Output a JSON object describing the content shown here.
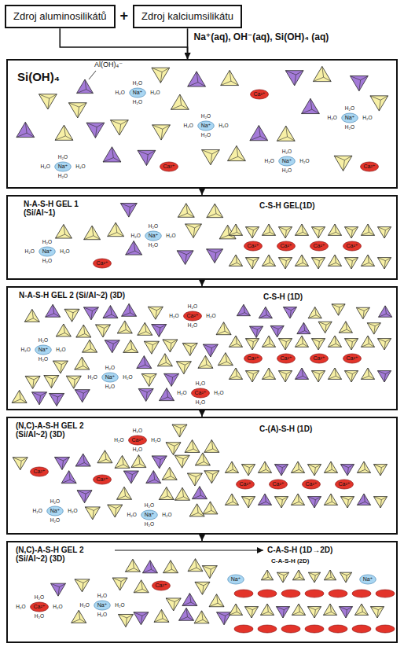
{
  "diagram": {
    "nodes": [
      {
        "text": [
          "Zdroj aluminosilikátů"
        ]
      },
      {
        "text": [
          "Zdroj kalciumsilikátu"
        ]
      },
      {
        "text": [
          "Si(OH)₄"
        ]
      },
      {
        "text": [
          "N-A-S-H GEL 1 (Si/Al~1)",
          "C-S-H GEL(1D)"
        ]
      },
      {
        "text": [
          "N-A-S-H GEL 2 (Si/Al~2) (3D)",
          "C-S-H (1D)"
        ]
      },
      {
        "text": [
          "(N,C)-A-S-H GEL 2 (Si/Al~2) (3D)",
          "C-(A)-S-H (1D)"
        ]
      },
      {
        "text": [
          "(N,C)-A-S-H GEL 2 (Si/Al~2) (3D)",
          "C-A-S-H (1D→2D)",
          "C-A-S-H (2D)"
        ]
      }
    ],
    "edges": [
      {
        "from": 0,
        "to": 2,
        "arrow": "to"
      },
      {
        "from": 1,
        "to": 2,
        "arrow": "to",
        "label": "Na⁺(aq), OH⁻(aq), Si(OH)₄ (aq)"
      },
      {
        "from": 2,
        "to": 3,
        "arrow": "to"
      },
      {
        "from": 3,
        "to": 4,
        "arrow": "to"
      },
      {
        "from": 4,
        "to": 5,
        "arrow": "to"
      },
      {
        "from": 5,
        "to": 6,
        "arrow": "to"
      }
    ],
    "labels": [
      "+",
      "Al(OH)₄⁻",
      "Na⁺",
      "H₂O",
      "H₂O",
      "H₂O",
      "H₂O",
      "Na⁺",
      "H₂O",
      "H₂O",
      "H₂O",
      "H₂O",
      "Na⁺",
      "H₂O",
      "H₂O",
      "H₂O",
      "H₂O",
      "Na⁺",
      "H₂O",
      "H₂O",
      "H₂O",
      "H₂O",
      "Na⁺",
      "H₂O",
      "H₂O",
      "H₂O",
      "H₂O",
      "Ca²⁺",
      "Ca²⁺",
      "Ca²⁺",
      "Na⁺",
      "H₂O",
      "H₂O",
      "H₂O",
      "H₂O",
      "Na⁺",
      "H₂O",
      "H₂O",
      "H₂O",
      "H₂O",
      "Ca²⁺",
      "Ca²⁺",
      "Ca²⁺",
      "Ca²⁺",
      "Ca²⁺",
      "Na⁺",
      "H₂O",
      "H₂O",
      "H₂O",
      "H₂O",
      "Na⁺",
      "H₂O",
      "H₂O",
      "H₂O",
      "H₂O",
      "Ca²⁺",
      "H₂O",
      "H₂O",
      "H₂O",
      "H₂O",
      "Ca²⁺",
      "Ca²⁺",
      "Ca²⁺",
      "Ca²⁺",
      "Ca²⁺",
      "H₂O",
      "H₂O",
      "H₂O",
      "H₂O",
      "Ca²⁺",
      "H₂O",
      "H₂O",
      "H₂O",
      "H₂O",
      "Ca²⁺",
      "Ca²⁺",
      "Na⁺",
      "H₂O",
      "H₂O",
      "H₂O",
      "H₂O",
      "Na⁺",
      "H₂O",
      "H₂O",
      "H₂O",
      "H₂O",
      "Ca²⁺",
      "Ca²⁺",
      "Ca²⁺",
      "Ca²⁺",
      "Ca²⁺",
      "H₂O",
      "H₂O",
      "H₂O",
      "H₂O",
      "Na⁺",
      "H₂O",
      "H₂O",
      "H₂O",
      "H₂O",
      "Ca²⁺",
      "Na⁺",
      "Na⁺"
    ]
  }
}
